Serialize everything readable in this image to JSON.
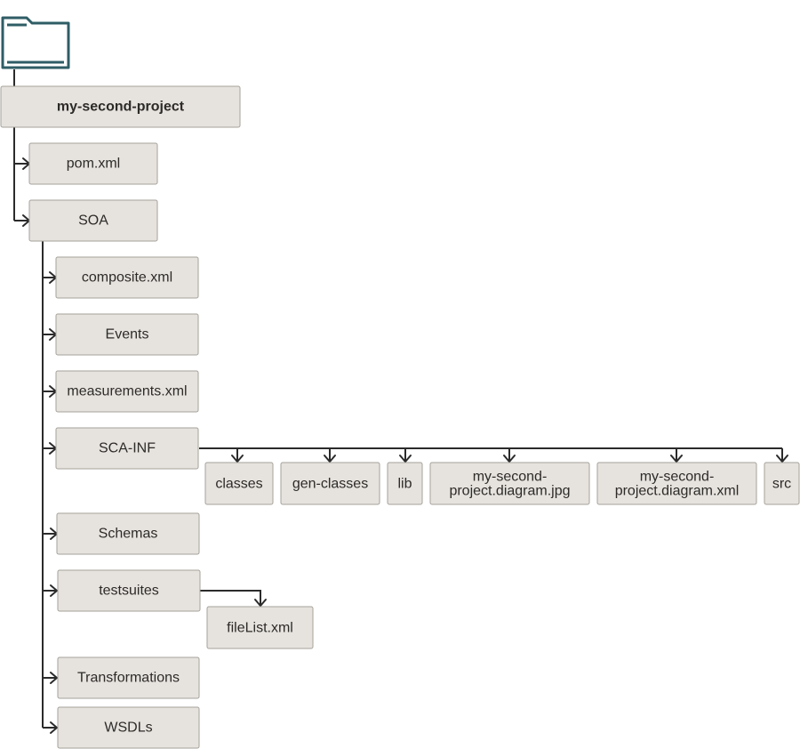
{
  "tree": {
    "root": "my-second-project",
    "pom": "pom.xml",
    "soa": "SOA",
    "composite": "composite.xml",
    "events": "Events",
    "measurements": "measurements.xml",
    "scainf": "SCA-INF",
    "classes": "classes",
    "genclasses": "gen-classes",
    "lib": "lib",
    "diagramjpg_line1": "my-second-",
    "diagramjpg_line2": "project.diagram.jpg",
    "diagramxml_line1": "my-second-",
    "diagramxml_line2": "project.diagram.xml",
    "src": "src",
    "schemas": "Schemas",
    "testsuites": "testsuites",
    "filelist": "fileList.xml",
    "transformations": "Transformations",
    "wsdls": "WSDLs"
  },
  "icons": {
    "root": "folder-icon"
  },
  "colors": {
    "node_fill": "#e6e3df",
    "node_border": "#a6a19a",
    "connector": "#2b2b2b",
    "folder_icon": "#2f5d66"
  }
}
